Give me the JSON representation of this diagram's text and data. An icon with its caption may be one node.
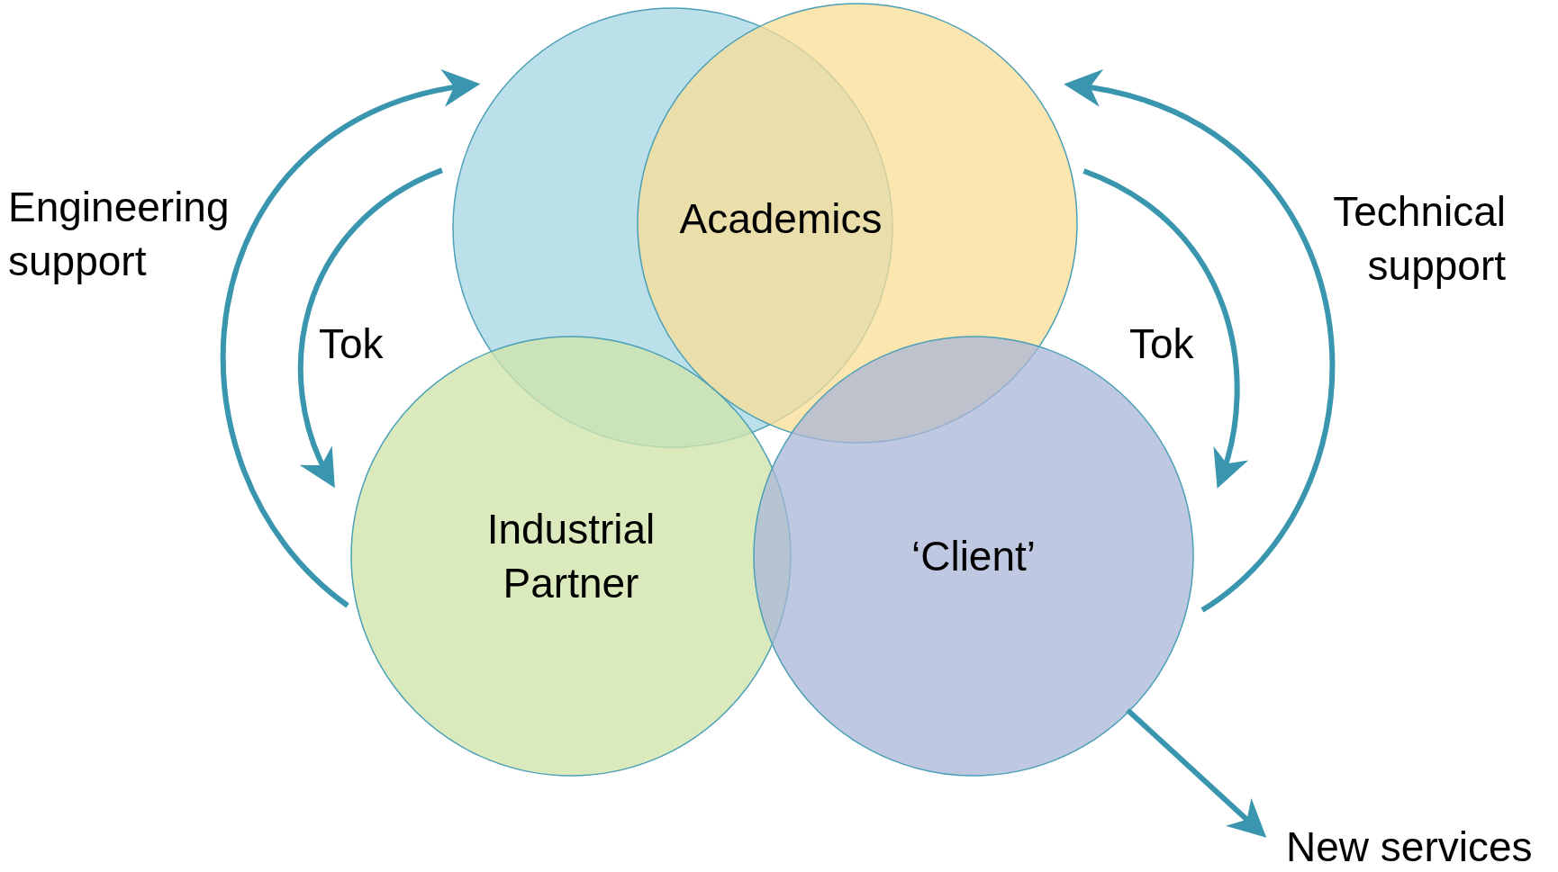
{
  "diagram": {
    "nodes": [
      {
        "text": [],
        "shape": "circle"
      },
      {
        "text": [],
        "shape": "circle"
      },
      {
        "text": [
          "Industrial Partner"
        ]
      },
      {
        "text": [
          "‘Client’"
        ]
      },
      {
        "text": [
          "New services"
        ]
      }
    ],
    "edges": [
      {
        "from": 2,
        "to": 0,
        "arrow": "to",
        "label": "Engineering support"
      },
      {
        "from": 0,
        "to": 2,
        "arrow": "to",
        "label": "Tok"
      },
      {
        "from": 3,
        "to": 1,
        "arrow": "to",
        "label": "Technical support"
      },
      {
        "from": 1,
        "to": 3,
        "arrow": "to",
        "label": "Tok"
      },
      {
        "from": 3,
        "to": 4,
        "arrow": "to"
      }
    ],
    "labels": [
      "Academics"
    ]
  }
}
